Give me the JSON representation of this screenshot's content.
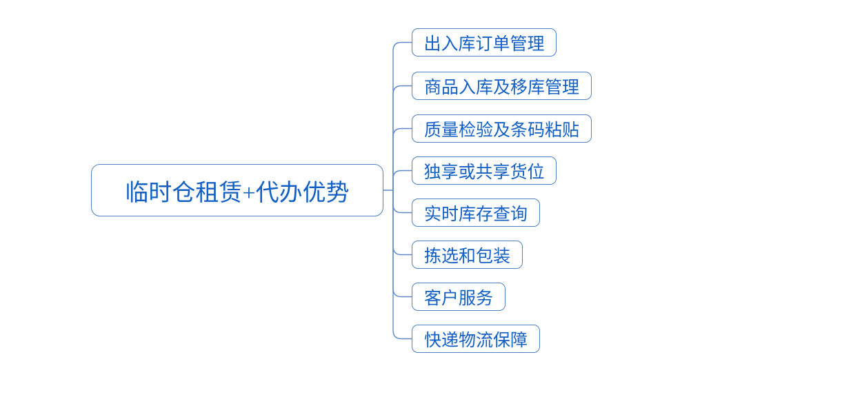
{
  "diagram": {
    "type": "mindmap",
    "root": {
      "label": "临时仓租赁+代办优势"
    },
    "branches": [
      {
        "label": "出入库订单管理"
      },
      {
        "label": "商品入库及移库管理"
      },
      {
        "label": "质量检验及条码粘贴"
      },
      {
        "label": "独享或共享货位"
      },
      {
        "label": "实时库存查询"
      },
      {
        "label": "拣选和包装"
      },
      {
        "label": "客户服务"
      },
      {
        "label": "快递物流保障"
      }
    ],
    "colors": {
      "background": "#ffffff",
      "node_border": "#4d7fc4",
      "node_text": "#1360c4",
      "connector": "#5d89cc"
    }
  }
}
